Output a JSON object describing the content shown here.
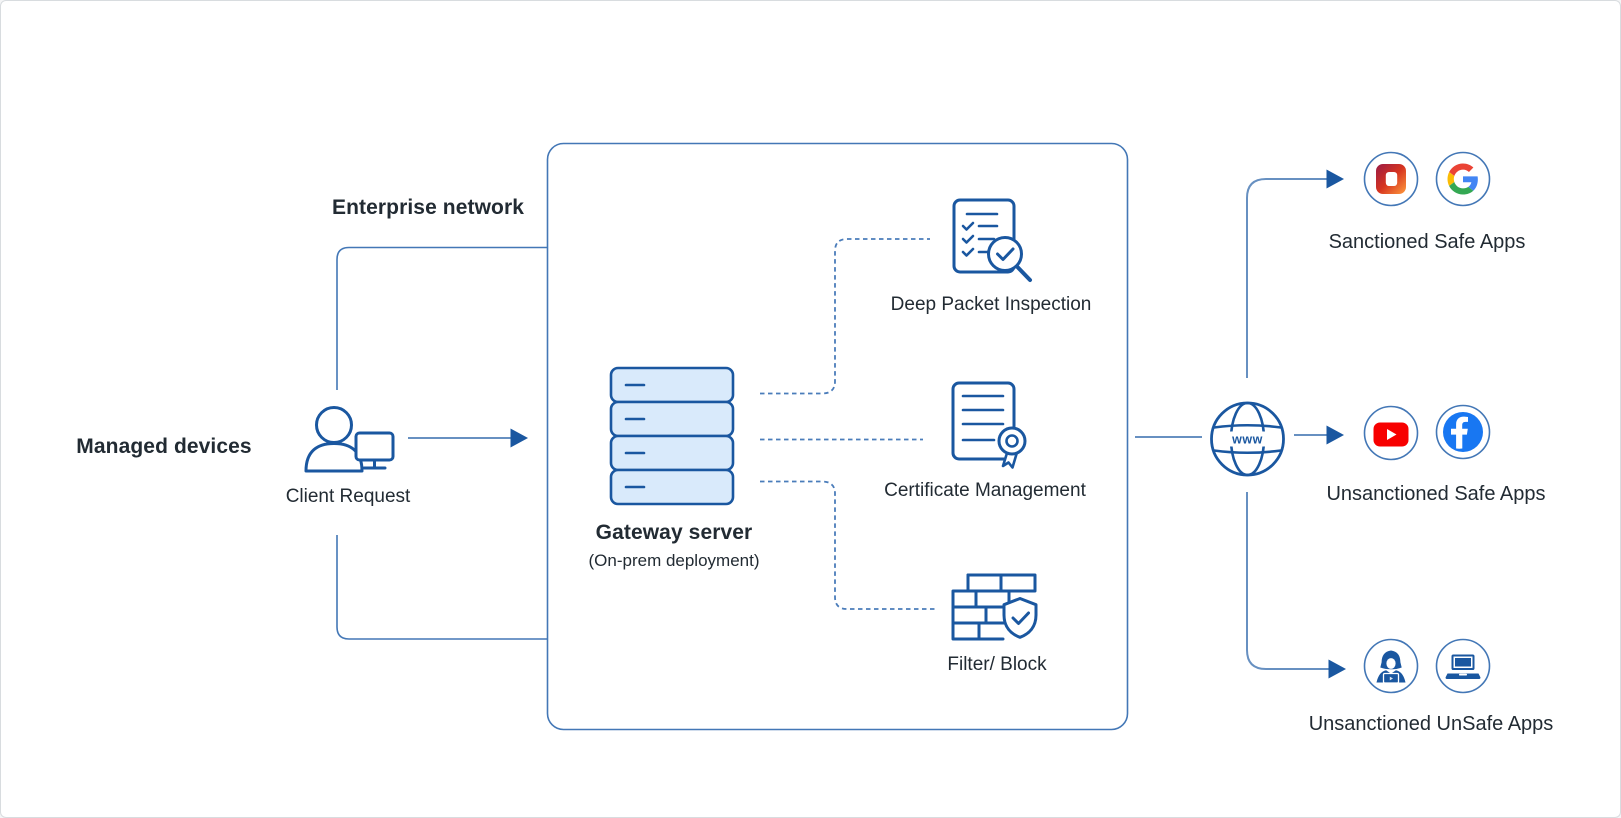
{
  "diagram": {
    "enterprise_network_label": "Enterprise network",
    "managed_devices_label": "Managed devices",
    "client": {
      "label": "Client Request"
    },
    "gateway": {
      "title": "Gateway server",
      "subtitle": "(On-prem deployment)"
    },
    "features": [
      {
        "id": "deep-packet-inspection",
        "label": "Deep Packet Inspection"
      },
      {
        "id": "certificate-management",
        "label": "Certificate Management"
      },
      {
        "id": "filter-block",
        "label": "Filter/ Block"
      }
    ],
    "internet": {
      "label": "www"
    },
    "app_groups": [
      {
        "id": "sanctioned-safe",
        "label": "Sanctioned Safe Apps",
        "apps": [
          "microsoft-office",
          "google"
        ]
      },
      {
        "id": "unsanctioned-safe",
        "label": "Unsanctioned Safe Apps",
        "apps": [
          "youtube",
          "facebook"
        ]
      },
      {
        "id": "unsanctioned-unsafe",
        "label": "Unsanctioned UnSafe Apps",
        "apps": [
          "hacker-threat",
          "compromised-laptop"
        ]
      }
    ],
    "colors": {
      "primary_blue": "#1a57a0",
      "outline_blue": "#4377b6",
      "connector_blue": "#6790c1",
      "dotted_blue": "#4a7cba",
      "server_fill": "#d9eafb",
      "text_color": "#222b33",
      "youtube_red": "#f70000",
      "facebook_blue": "#1877f2",
      "google_blue": "#4285F4",
      "google_red": "#EA4335",
      "google_yellow": "#FBBC05",
      "google_green": "#34A853",
      "office_grad_start": "#9a1b45",
      "office_grad_mid": "#d63420",
      "office_grad_end": "#ff9b3d",
      "canvas_border": "#d8dcdf",
      "background": "#ffffff"
    }
  }
}
